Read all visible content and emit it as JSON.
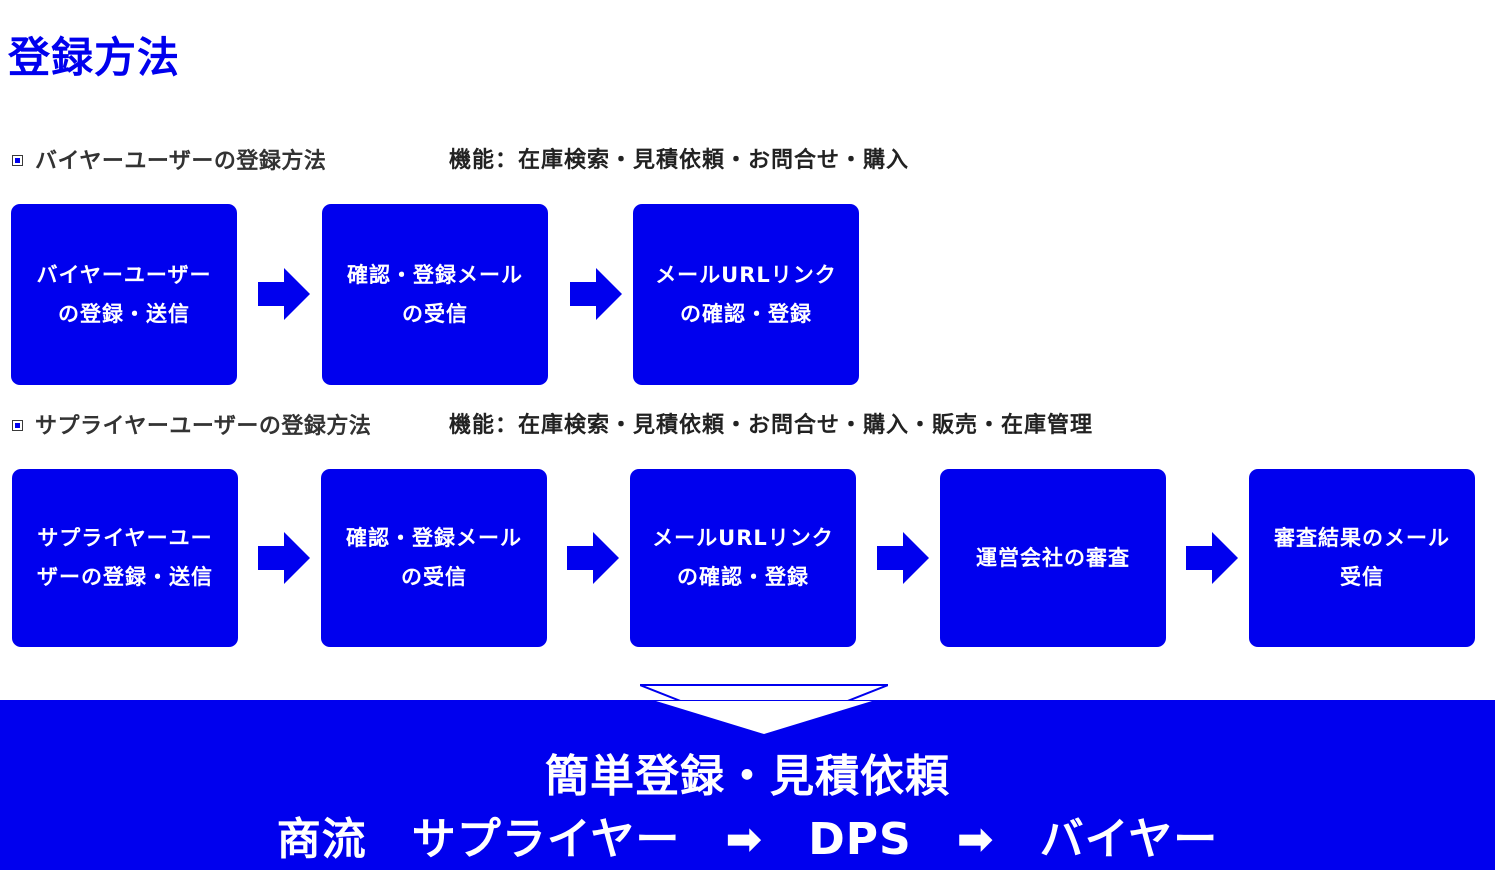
{
  "page_title": "登録方法",
  "buyer_section": {
    "title": "バイヤーユーザーの登録方法",
    "features": "機能：在庫検索・見積依頼・お問合せ・購入",
    "steps": [
      {
        "line1": "バイヤーユーザー",
        "line2": "の登録・送信"
      },
      {
        "line1": "確認・登録メール",
        "line2": "の受信"
      },
      {
        "line1": "メールURLリンク",
        "line2": "の確認・登録"
      }
    ]
  },
  "supplier_section": {
    "title": "サプライヤーユーザーの登録方法",
    "features": "機能：在庫検索・見積依頼・お問合せ・購入・販売・在庫管理",
    "steps": [
      {
        "line1": "サプライヤーユー",
        "line2": "ザーの登録・送信"
      },
      {
        "line1": "確認・登録メール",
        "line2": "の受信"
      },
      {
        "line1": "メールURLリンク",
        "line2": "の確認・登録"
      },
      {
        "line1": "運営会社の審査",
        "line2": ""
      },
      {
        "line1": "審査結果のメール",
        "line2": "受信"
      }
    ]
  },
  "summary": {
    "line1": "簡単登録・見積依頼",
    "line2": "商流　サプライヤー　➡　DPS　➡　バイヤー"
  },
  "colors": {
    "accent": "#0000ee",
    "header_text": "#333333",
    "box_text": "#ffffff"
  },
  "icons": {
    "section_bullet": "square-bullet-icon",
    "flow_arrow": "right-arrow-icon",
    "summary_pointer": "chevron-down-icon"
  }
}
